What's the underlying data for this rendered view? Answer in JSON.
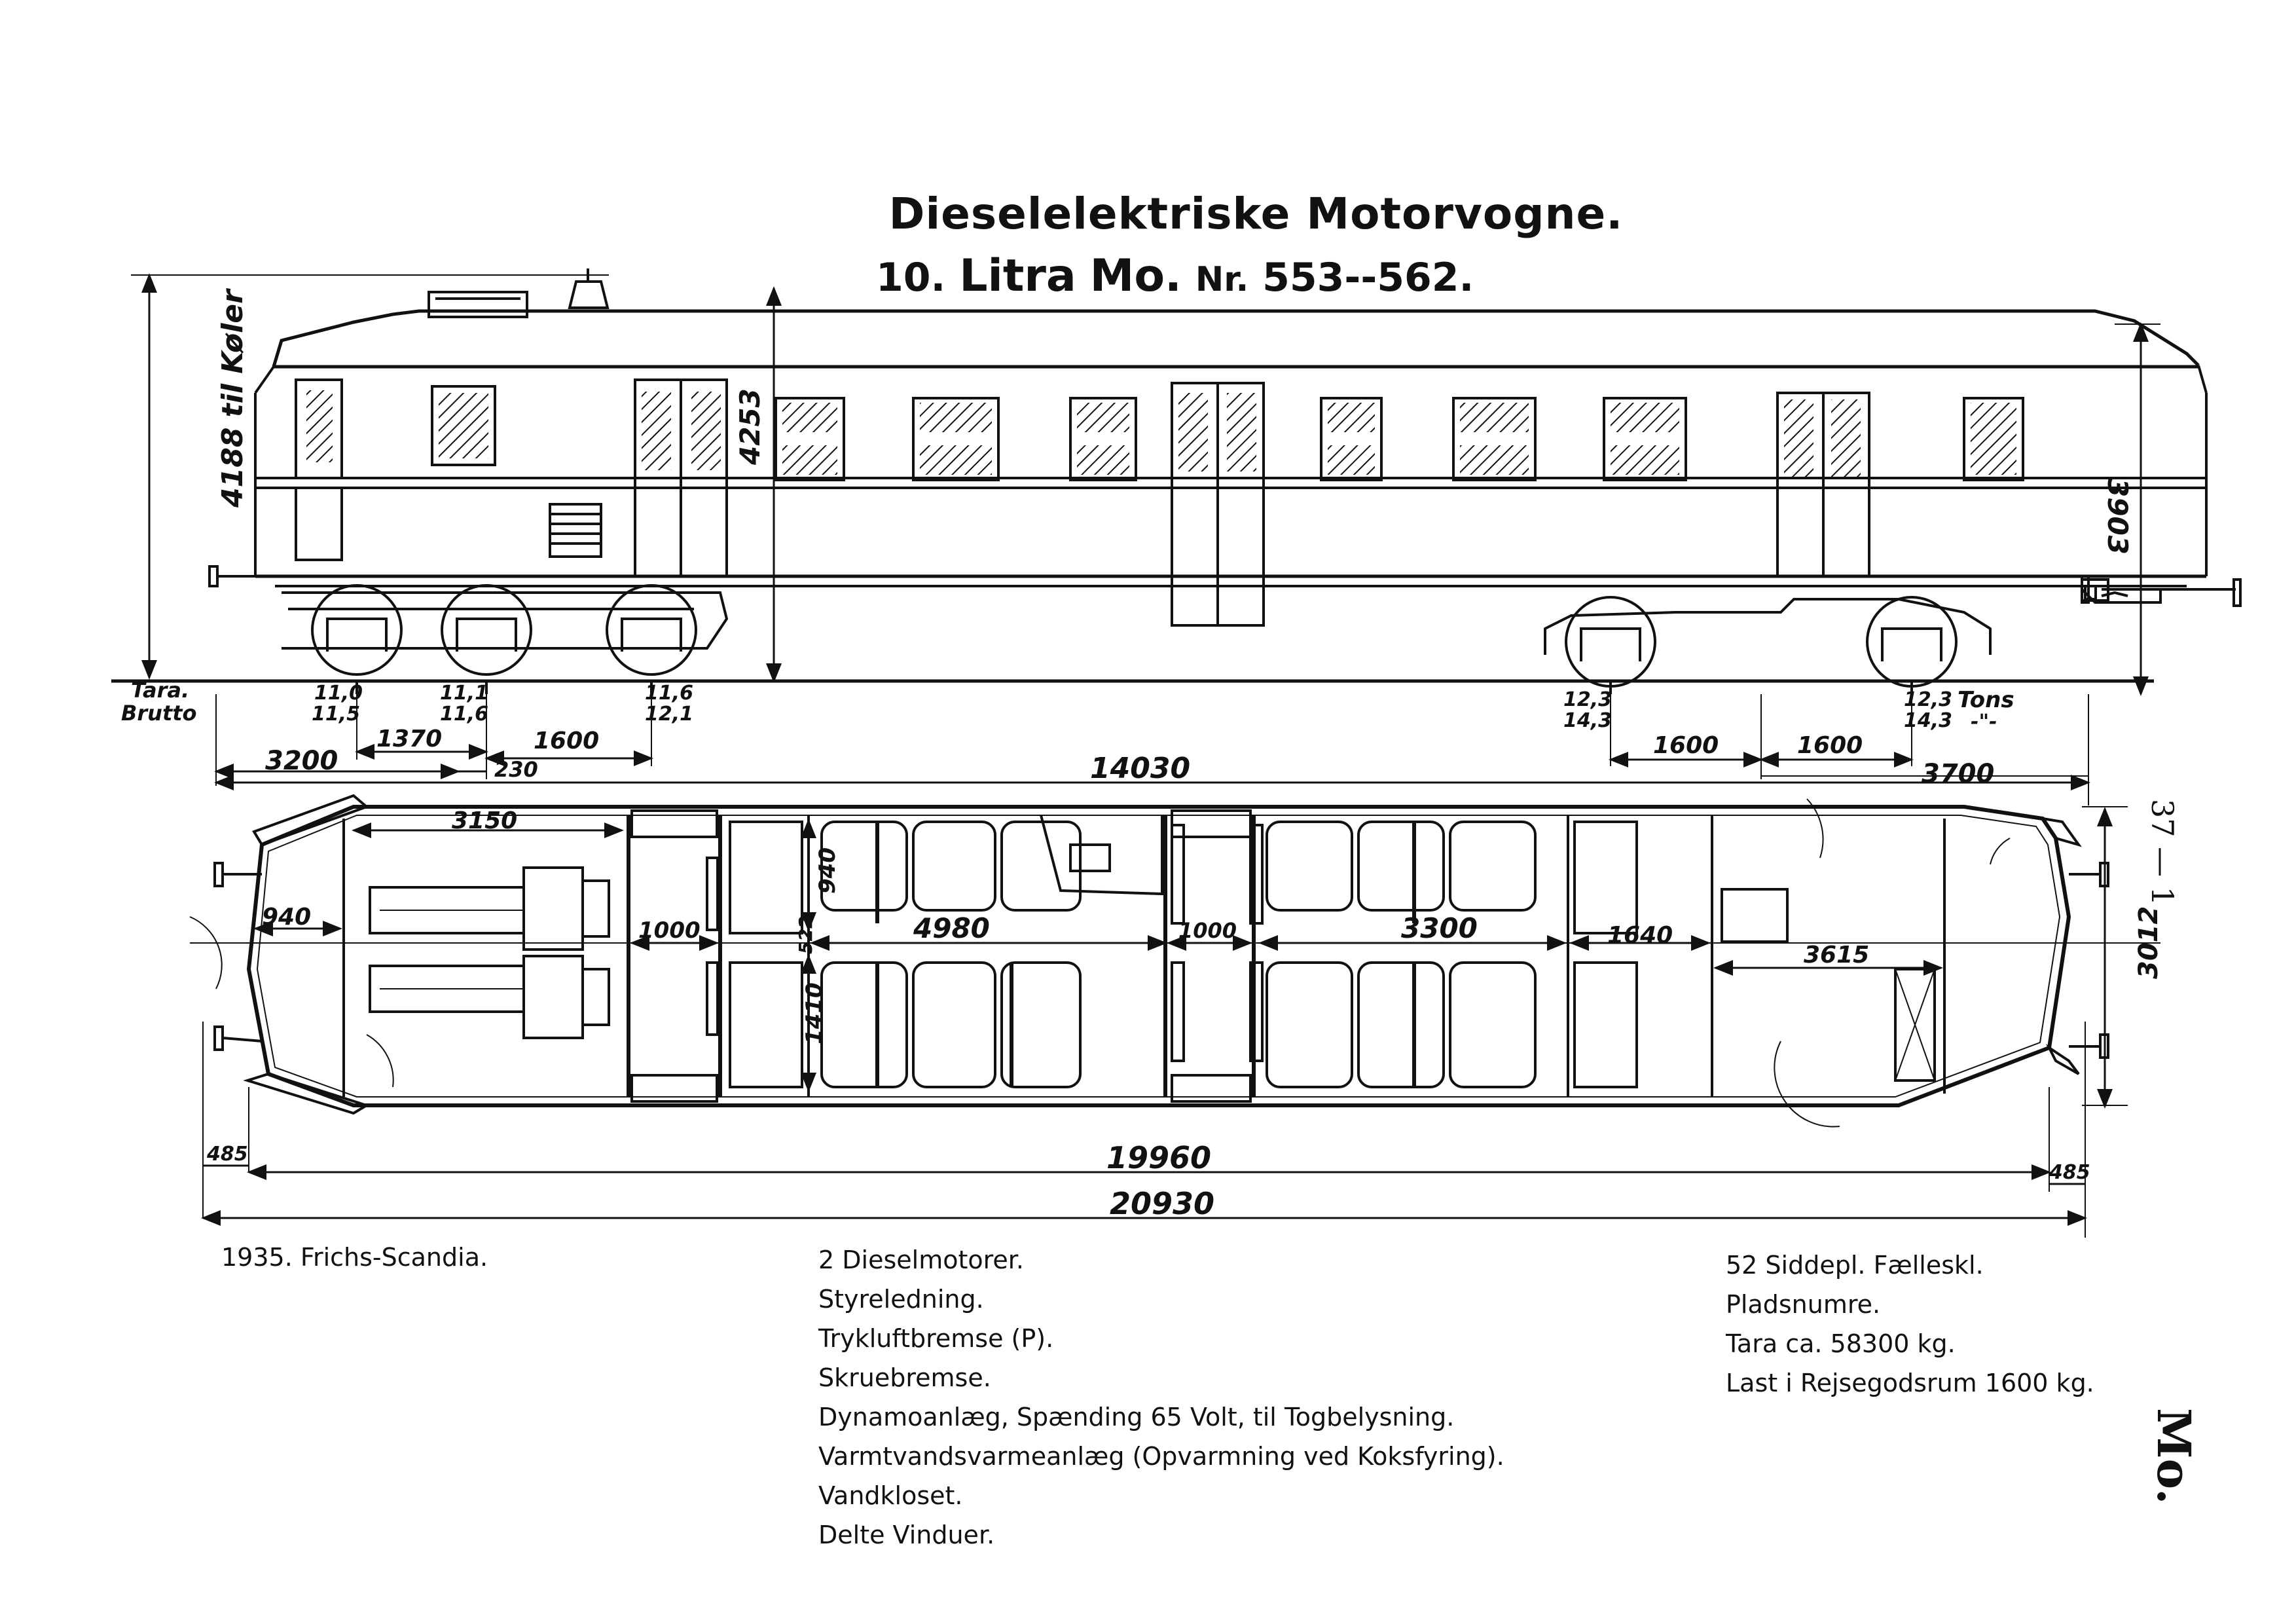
{
  "title": {
    "line1": "Dieselelektriske Motorvogne.",
    "number": "10.",
    "litra": "Litra",
    "class": "Mo.",
    "nr_label": "Nr.",
    "nr_range": "553--562."
  },
  "side_view": {
    "height_to_cooler": "4188 til Køler",
    "height_cab": "4253",
    "height_roof": "3903",
    "tara_label": "Tara.",
    "brutto_label": "Brutto",
    "axle_loads": [
      {
        "tara": "11,0",
        "brutto": "11,5"
      },
      {
        "tara": "11,1",
        "brutto": "11,6"
      },
      {
        "tara": "11,6",
        "brutto": "12,1"
      },
      {
        "tara": "12,3",
        "brutto": "14,3"
      },
      {
        "tara": "12,3",
        "brutto": "14,3"
      }
    ],
    "tons_label": "Tons",
    "tons_ditto": "-\"-",
    "dims": {
      "d3200": "3200",
      "d1370": "1370",
      "d1600a": "1600",
      "d230": "230",
      "d14030": "14030",
      "d1600b": "1600",
      "d1600c": "1600",
      "d3700": "3700"
    }
  },
  "plan_view": {
    "dims": {
      "d3150": "3150",
      "d940a": "940",
      "d1000a": "1000",
      "d940b": "940",
      "d522": "522",
      "d1410": "1410",
      "d4980": "4980",
      "d1000b": "1000",
      "d3300": "3300",
      "d1640": "1640",
      "d3615": "3615",
      "d3012": "3012",
      "d485a": "485",
      "d19960": "19960",
      "d485b": "485",
      "d20930": "20930"
    }
  },
  "notes": {
    "builder": "1935. Frichs-Scandia.",
    "equipment": [
      "2 Dieselmotorer.",
      "Styreledning.",
      "Trykluftbremse (P).",
      "Skruebremse.",
      "Dynamoanlæg, Spænding 65 Volt, til Togbelysning.",
      "Varmtvandsvarmeanlæg (Opvarmning ved Koksfyring).",
      "Vandkloset.",
      "Delte Vinduer."
    ],
    "seating": [
      "52 Siddepl. Fælleskl.",
      "Pladsnumre.",
      "Tara ca. 58300 kg.",
      "Last i Rejsegodsrum 1600 kg."
    ]
  },
  "margin": {
    "page_number": "37 — 1",
    "series_code": "Mo."
  }
}
